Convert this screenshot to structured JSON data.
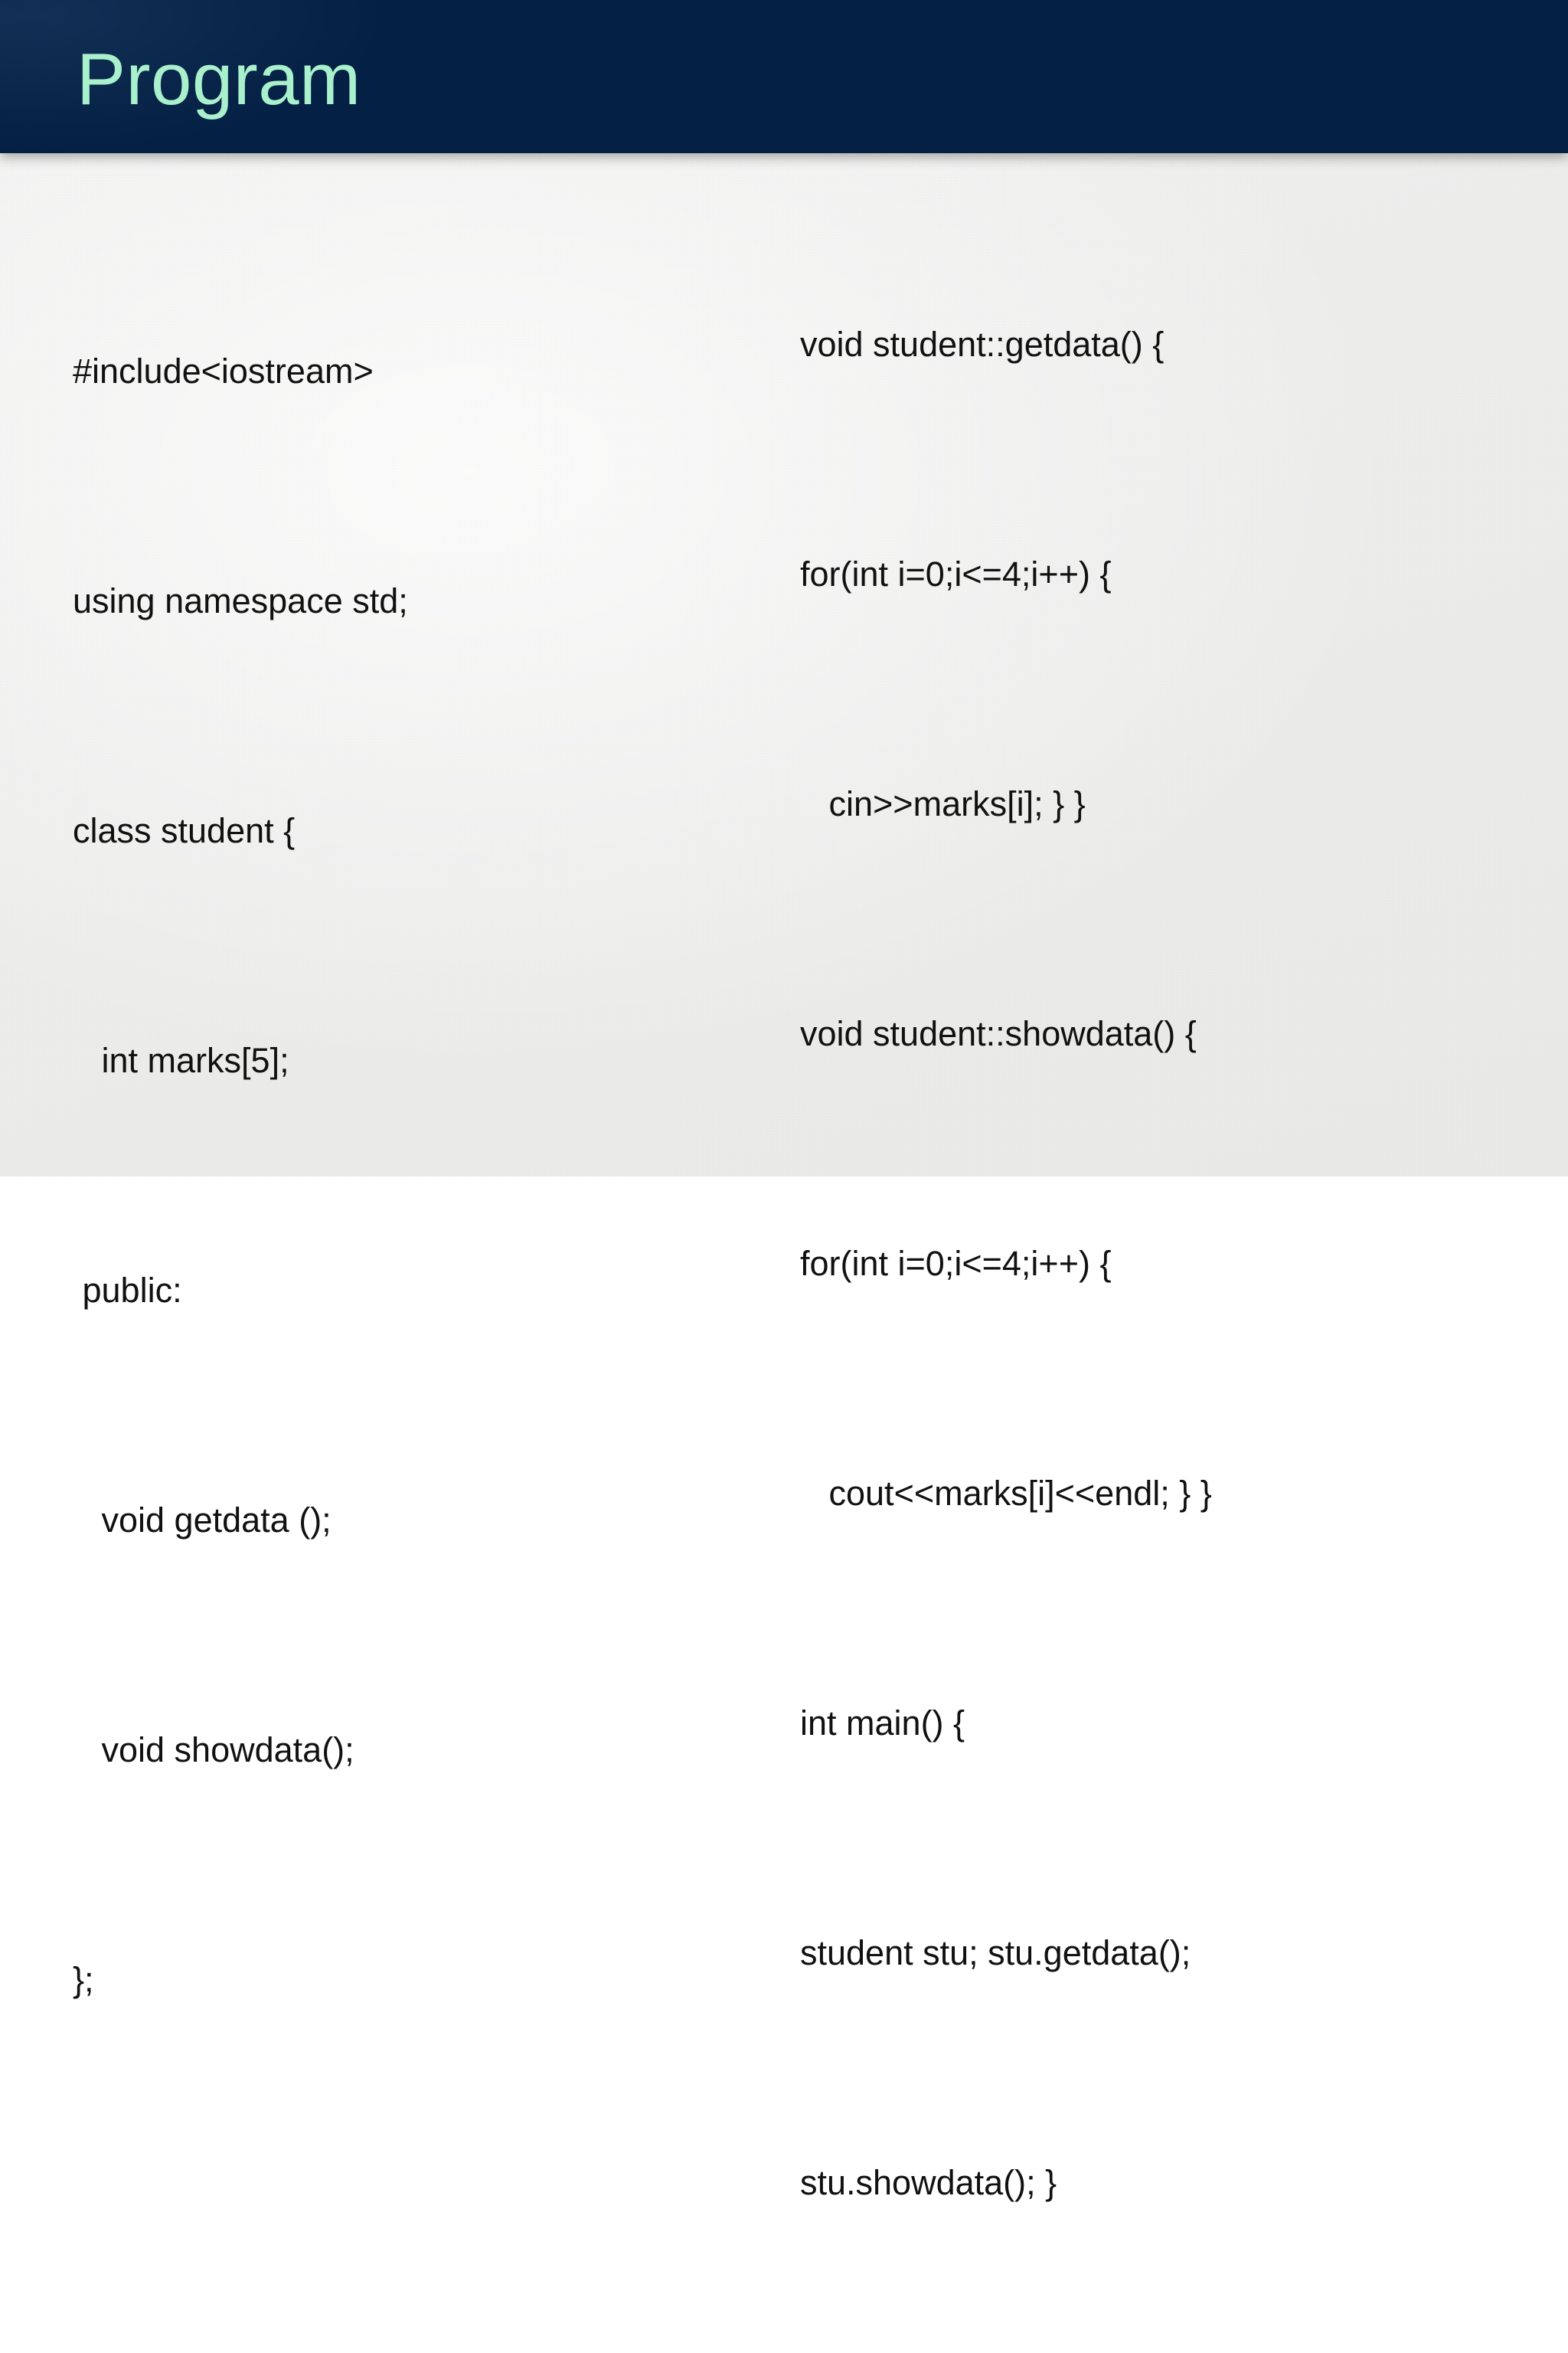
{
  "slide": {
    "title": "Program",
    "title_color": "#a9f0cc",
    "header_color": "#042044",
    "background_color": "#efefee",
    "text_color": "#111111"
  },
  "code": {
    "left_column": [
      "#include<iostream>",
      "using namespace std;",
      "class student {",
      "   int marks[5];",
      " public:",
      "   void getdata ();",
      "   void showdata();",
      "};"
    ],
    "right_column": [
      "void student::getdata() {",
      "for(int i=0;i<=4;i++) {",
      "   cin>>marks[i]; } }",
      "void student::showdata() {",
      "for(int i=0;i<=4;i++) {",
      "   cout<<marks[i]<<endl; } }",
      "int main() {",
      "student stu; stu.getdata();",
      "stu.showdata(); }"
    ]
  }
}
